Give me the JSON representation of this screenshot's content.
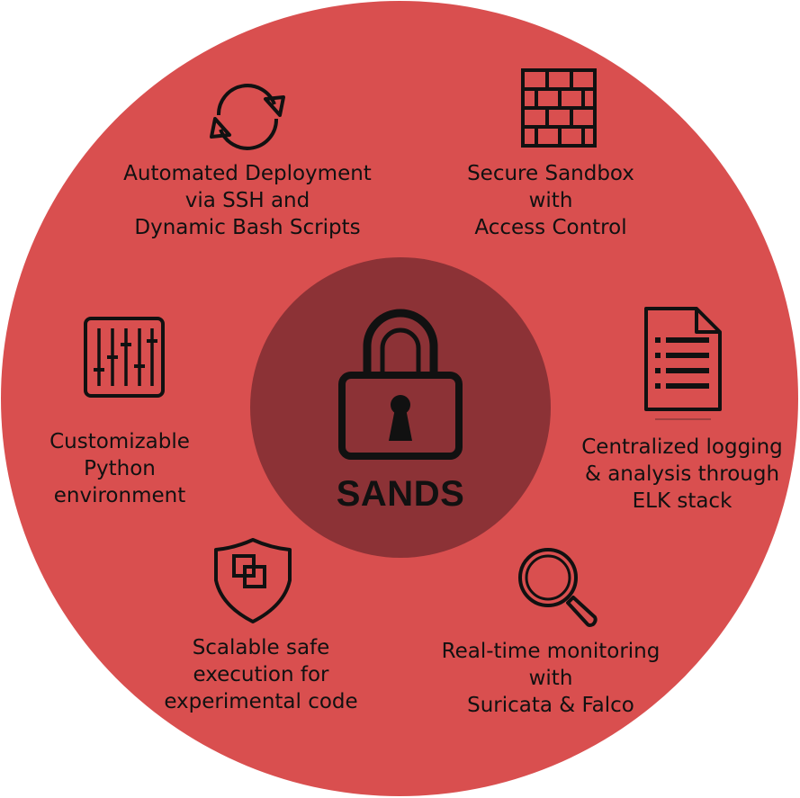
{
  "center": {
    "title": "SANDS",
    "icon": "padlock-icon"
  },
  "colors": {
    "outer_disc": "#d94f4f",
    "inner_disc": "#8c3236",
    "ink": "#111111"
  },
  "features": [
    {
      "icon": "refresh-cycle-icon",
      "lines": [
        "Automated Deployment",
        "via SSH and",
        "Dynamic Bash Scripts"
      ]
    },
    {
      "icon": "brick-wall-icon",
      "lines": [
        "Secure Sandbox",
        "with",
        "Access Control"
      ]
    },
    {
      "icon": "document-list-icon",
      "lines": [
        "Centralized logging",
        "& analysis through",
        "ELK stack"
      ]
    },
    {
      "icon": "magnifier-icon",
      "lines": [
        "Real-time monitoring",
        "with",
        "Suricata & Falco"
      ]
    },
    {
      "icon": "shield-squares-icon",
      "lines": [
        "Scalable safe",
        "execution for",
        "experimental code"
      ]
    },
    {
      "icon": "sliders-icon",
      "lines": [
        "Customizable",
        "Python",
        "environment"
      ]
    }
  ]
}
